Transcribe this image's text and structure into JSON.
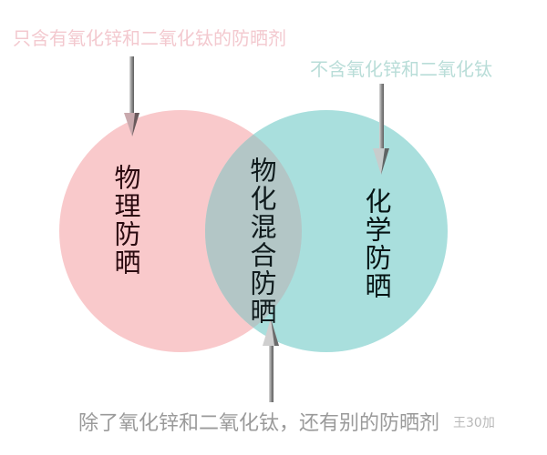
{
  "labels": {
    "top_left": "只含有氧化锌和二氧化钛的防晒剂",
    "top_right": "不含氧化锌和二氧化钛",
    "bottom": "除了氧化锌和二氧化钛，还有别的防晒剂",
    "watermark": "王30加"
  },
  "regions": {
    "left": "物理防晒",
    "intersection": "物化混合防晒",
    "right": "化学防晒"
  },
  "colors": {
    "left_circle": "#f9c9cb",
    "right_circle": "#a9dfdd",
    "intersection": "#b3c6c6",
    "arrow": "#a0a0a0",
    "top_left_text": "#f3c9cf",
    "top_right_text": "#b9ddd8",
    "bottom_text": "#9a9a9a"
  }
}
